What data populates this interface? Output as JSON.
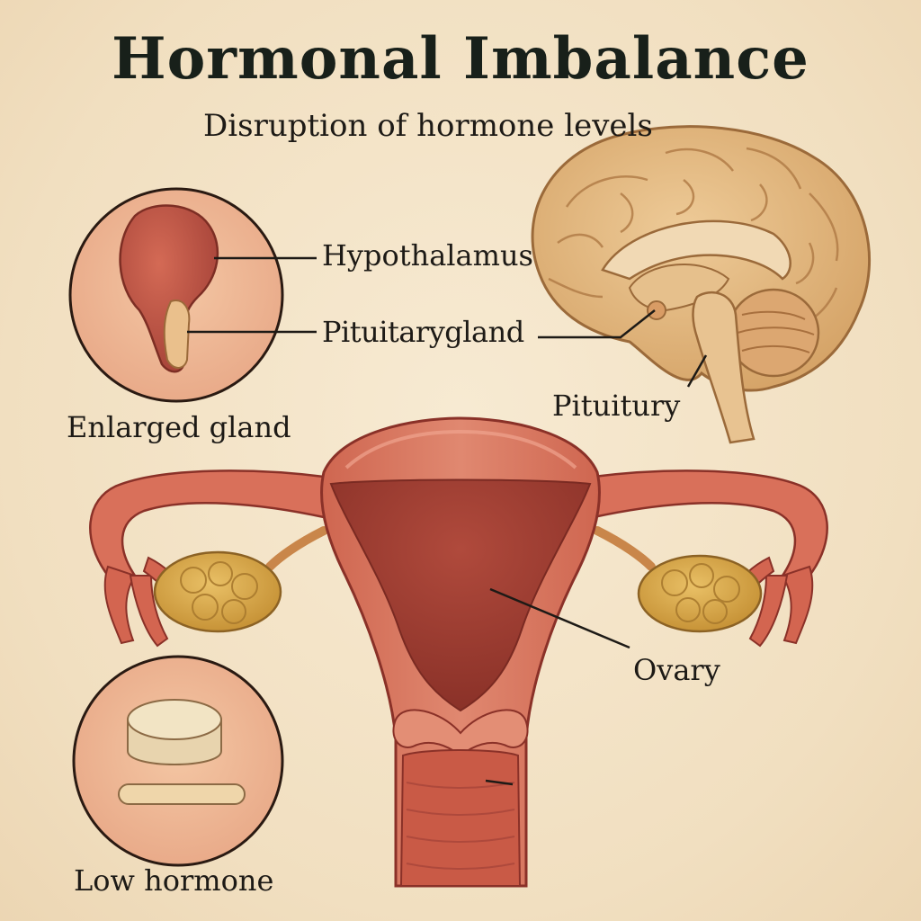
{
  "title": "Hormonal Imbalance",
  "subtitle": "Disruption of hormone levels",
  "labels": {
    "hypothalamus": "Hypothalamus",
    "pituitary_gland": "Pituitarygland",
    "pituitury": "Pituitury",
    "enlarged_gland": "Enlarged gland",
    "ovary": "Ovary",
    "low_hormone": "Low hormone"
  },
  "colors": {
    "background": "#f3e3c6",
    "tissue": "#d9705a",
    "tissue_dark": "#a8453a",
    "ovary": "#d6a64a",
    "brain": "#e2b57f",
    "ink": "#1d1a16"
  }
}
